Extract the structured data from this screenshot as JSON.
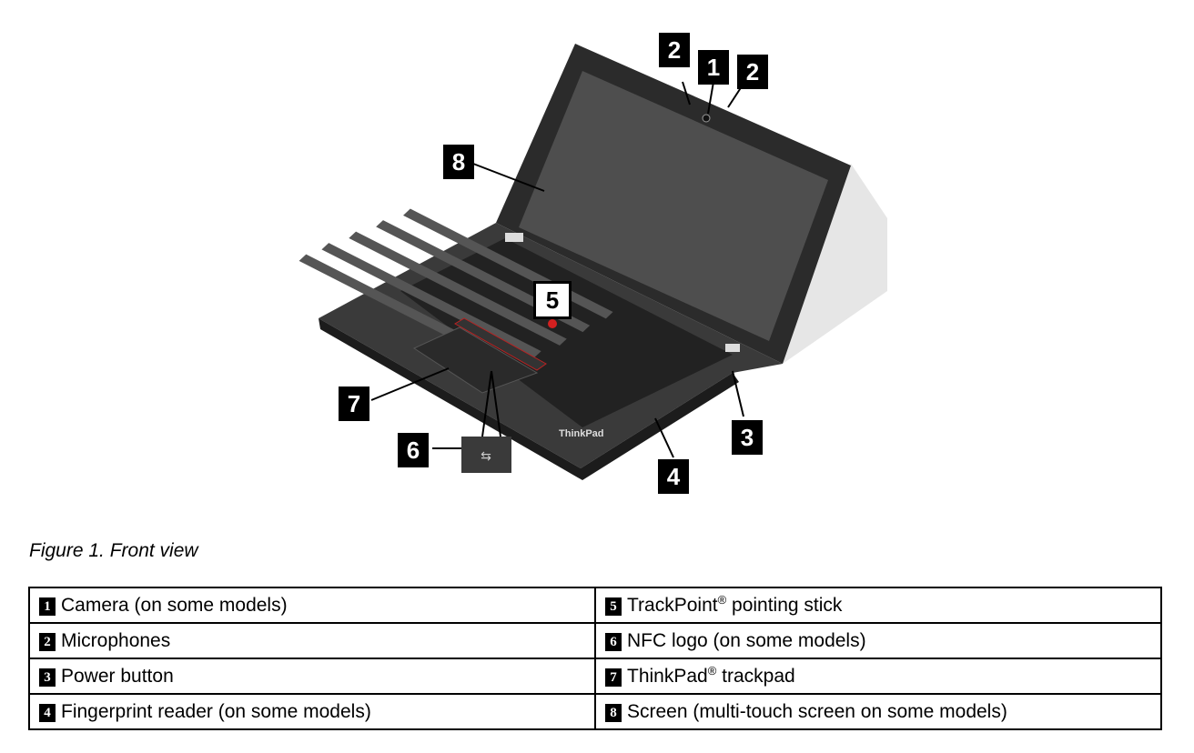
{
  "figure": {
    "callouts": [
      "1",
      "2",
      "2",
      "3",
      "4",
      "5",
      "6",
      "7",
      "8"
    ],
    "brand_text": "ThinkPad"
  },
  "caption": "Figure 1.  Front view",
  "legend": {
    "rows": [
      [
        {
          "num": "1",
          "label": "Camera (on some models)",
          "sup": "",
          "suffix": ""
        },
        {
          "num": "5",
          "label": "TrackPoint",
          "sup": "®",
          "suffix": " pointing stick"
        }
      ],
      [
        {
          "num": "2",
          "label": "Microphones",
          "sup": "",
          "suffix": ""
        },
        {
          "num": "6",
          "label": "NFC logo (on some models)",
          "sup": "",
          "suffix": ""
        }
      ],
      [
        {
          "num": "3",
          "label": "Power button",
          "sup": "",
          "suffix": ""
        },
        {
          "num": "7",
          "label": "ThinkPad",
          "sup": "®",
          "suffix": " trackpad"
        }
      ],
      [
        {
          "num": "4",
          "label": "Fingerprint reader (on some models)",
          "sup": "",
          "suffix": ""
        },
        {
          "num": "8",
          "label": "Screen (multi-touch screen on some models)",
          "sup": "",
          "suffix": ""
        }
      ]
    ]
  }
}
